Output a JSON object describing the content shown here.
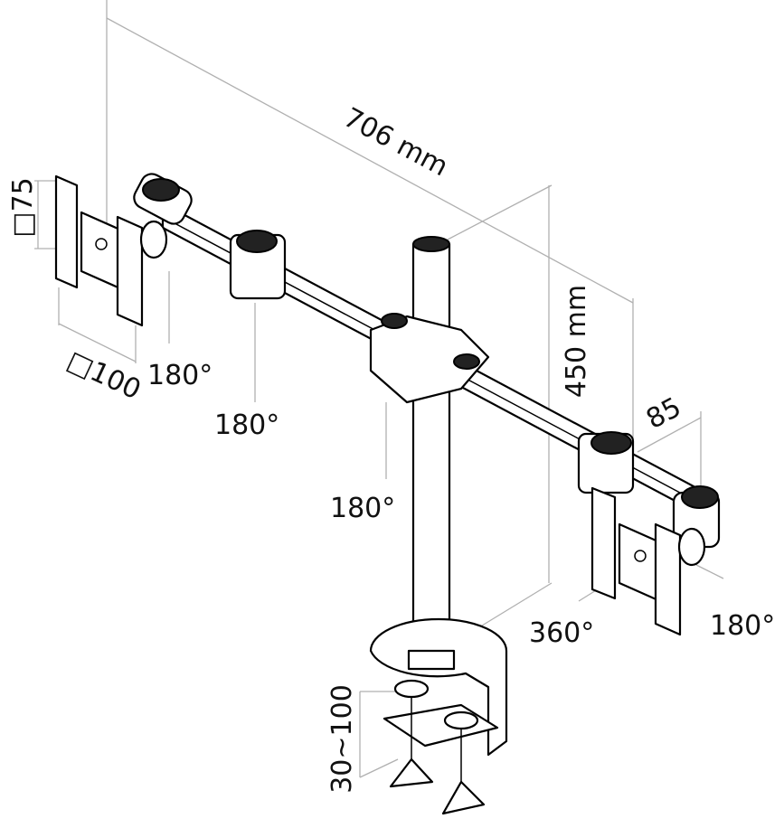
{
  "dimensions": {
    "width": "706 mm",
    "height": "450 mm",
    "arm_offset": "85",
    "vesa_small": "□75",
    "vesa_large": "□100",
    "desk_thickness": "30~100"
  },
  "rotations": {
    "left_head_tilt": "180°",
    "left_arm_joint": "180°",
    "center_joint": "180°",
    "right_base": "360°",
    "right_head_tilt": "180°"
  }
}
